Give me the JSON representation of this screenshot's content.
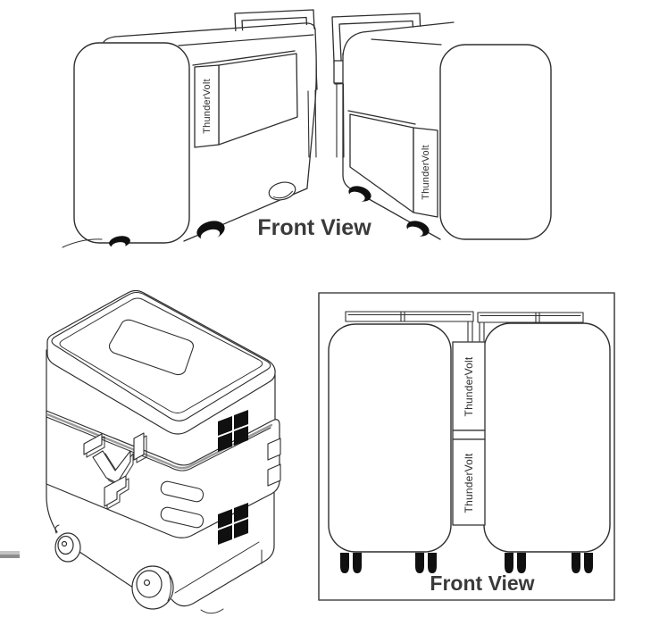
{
  "figure": {
    "background": "#ffffff",
    "line_color": "#2e2e2e",
    "caption_color": "#3a3a3a",
    "fill_black": "#101010",
    "brand": "ThunderVolt",
    "top_view": {
      "caption": "Front View",
      "left_unit_pack_label": "ThunderVolt",
      "right_unit_pack_label": "ThunderVolt"
    },
    "front_view_box": {
      "caption": "Front View",
      "upper_pack_label": "ThunderVolt",
      "lower_pack_label": "ThunderVolt"
    }
  }
}
